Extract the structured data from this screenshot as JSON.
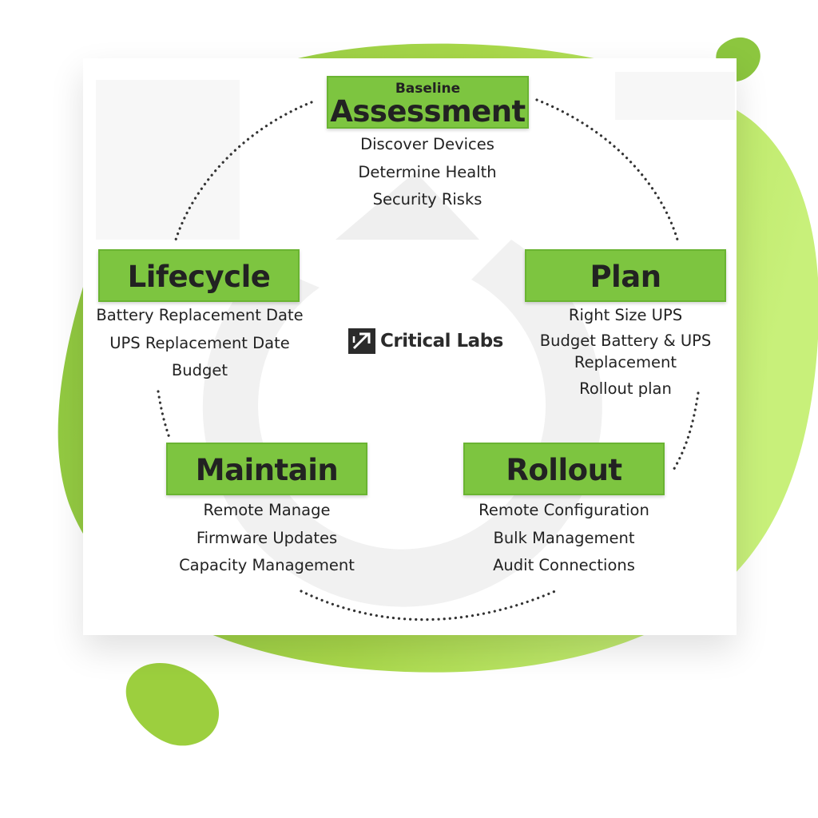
{
  "colors": {
    "accent": "#7dc540",
    "accent_border": "#6ab432",
    "blob": "#9ccf3e",
    "text": "#222222"
  },
  "logo": {
    "name": "Critical Labs",
    "icon": "arrow-square-logo-icon"
  },
  "stages": {
    "assessment": {
      "kicker": "Baseline",
      "title": "Assessment",
      "items": [
        "Discover Devices",
        "Determine Health",
        "Security Risks"
      ]
    },
    "plan": {
      "title": "Plan",
      "items": [
        "Right Size UPS",
        "Budget Battery & UPS",
        "Replacement",
        "Rollout plan"
      ]
    },
    "rollout": {
      "title": "Rollout",
      "items": [
        "Remote Configuration",
        "Bulk Management",
        "Audit Connections"
      ]
    },
    "maintain": {
      "title": "Maintain",
      "items": [
        "Remote Manage",
        "Firmware Updates",
        "Capacity Management"
      ]
    },
    "lifecycle": {
      "title": "Lifecycle",
      "items": [
        "Battery Replacement Date",
        "UPS Replacement Date",
        "Budget"
      ]
    }
  }
}
